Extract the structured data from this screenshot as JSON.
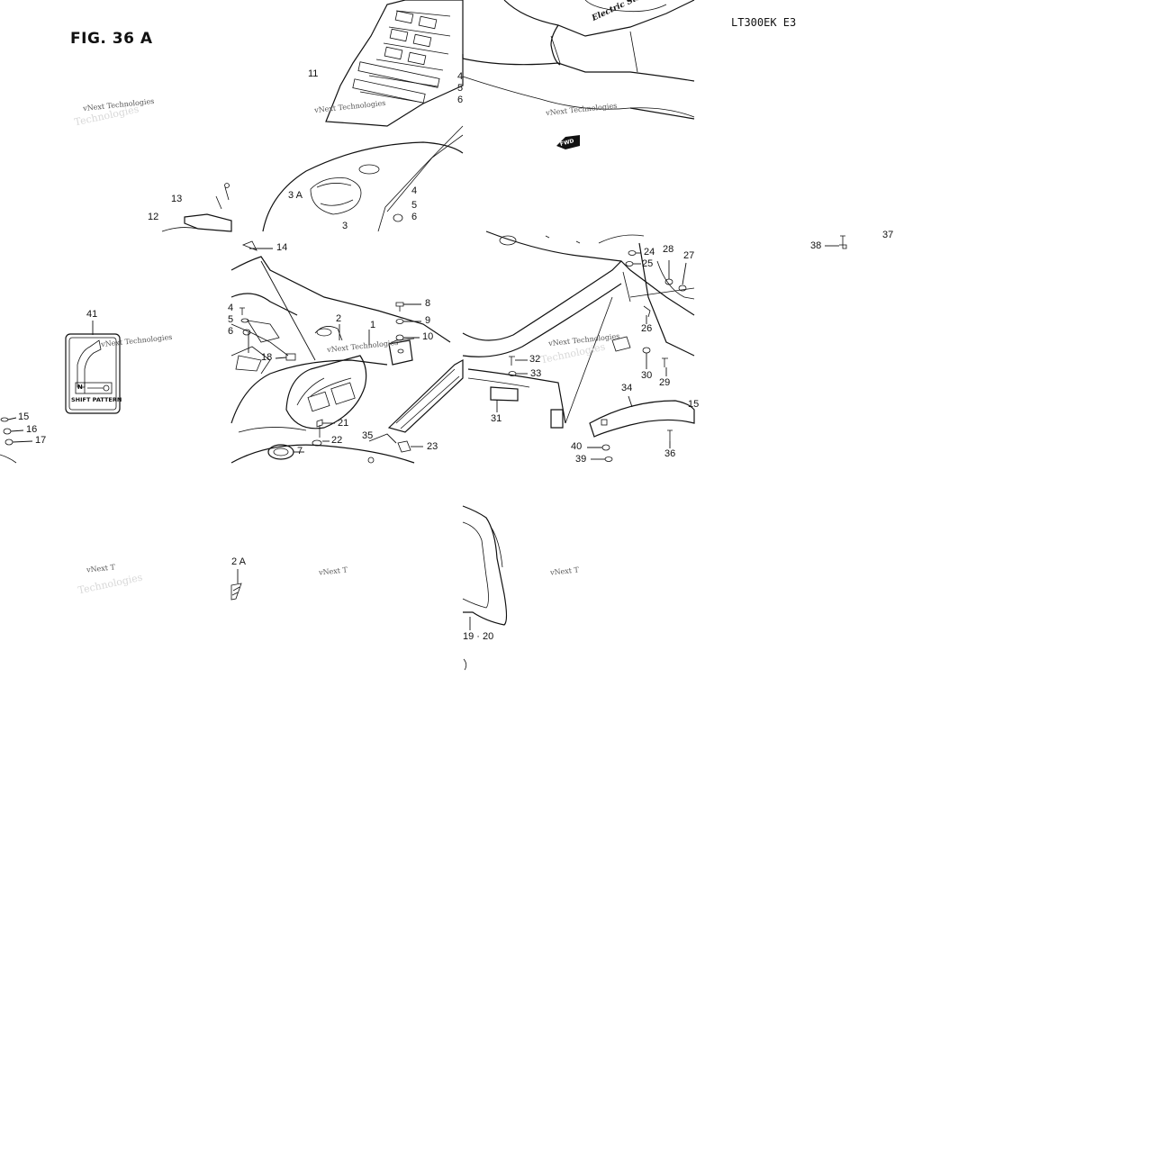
{
  "figure_title": "FIG. 36 A",
  "model_code": "LT300EK E3",
  "watermark_text": "vNext Technologies",
  "watermark_text_short": "vNext T",
  "watermark_text_secondary": "Technologies",
  "decal": {
    "shift_pattern_label": "SHIFT PATTERN",
    "neutral_letter": "N",
    "fwd_arrow_text": "FWD",
    "electric_start_text": "Electric Start"
  },
  "callouts": [
    "11",
    "4",
    "5",
    "6",
    "13",
    "12",
    "3 A",
    "4",
    "5",
    "6",
    "3",
    "14",
    "8",
    "9",
    "10",
    "2",
    "1",
    "18",
    "4",
    "5",
    "6",
    "41",
    "15",
    "16",
    "17",
    "21",
    "22",
    "35",
    "23",
    "7",
    "24",
    "25",
    "28",
    "27",
    "26",
    "30",
    "29",
    "32",
    "33",
    "31",
    "34",
    "15",
    "40",
    "36",
    "39",
    "37",
    "38",
    "2 A",
    "19 · 20"
  ]
}
